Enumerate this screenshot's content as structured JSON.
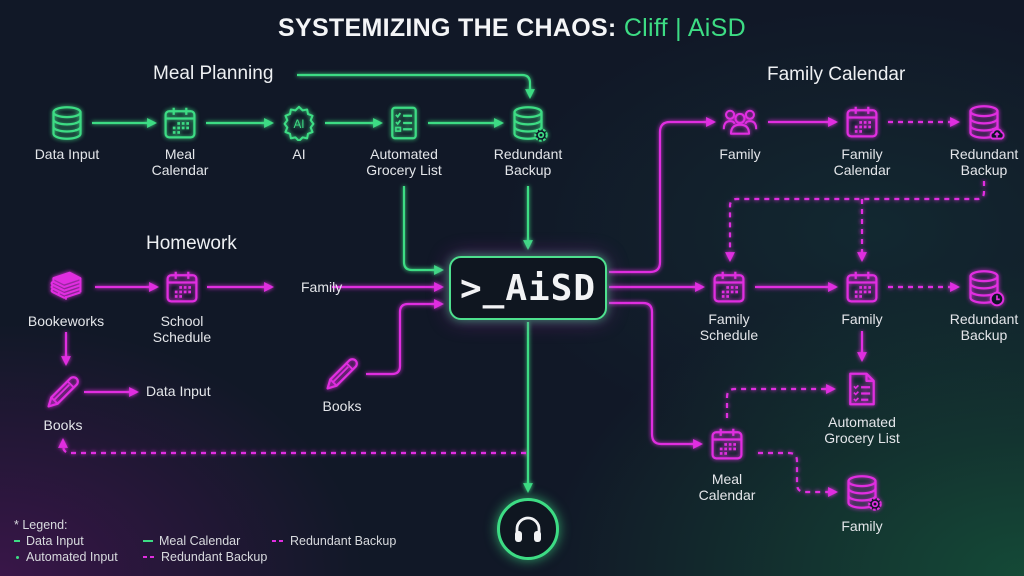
{
  "title": {
    "main": "SYSTEMIZING THE CHAOS:",
    "accent": "Cliff | AiSD"
  },
  "colors": {
    "green": "#3ddc84",
    "magenta": "#e02ee0",
    "background": "#111827"
  },
  "sections": {
    "meal_planning": "Meal Planning",
    "homework": "Homework",
    "family_calendar": "Family Calendar"
  },
  "hub": {
    "label": ">_AiSD"
  },
  "nodes": {
    "meal_data_input": {
      "l1": "Data Input",
      "icon": "database-icon"
    },
    "meal_calendar": {
      "l1": "Meal",
      "l2": "Calendar",
      "icon": "calendar-icon"
    },
    "meal_ai": {
      "l1": "AI",
      "icon": "ai-gear-icon"
    },
    "meal_grocery": {
      "l1": "Automated",
      "l2": "Grocery List",
      "icon": "checklist-icon"
    },
    "meal_backup": {
      "l1": "Redundant",
      "l2": "Backup",
      "icon": "database-gear-icon"
    },
    "hw_bookeworks": {
      "l1": "Bookeworks",
      "icon": "books-stack-icon"
    },
    "hw_school_schedule": {
      "l1": "School",
      "l2": "Schedule",
      "icon": "calendar-icon"
    },
    "hw_family": {
      "l1": "Family"
    },
    "hw_books": {
      "l1": "Books",
      "icon": "pencil-icon"
    },
    "hw_data_input": {
      "l1": "Data Input"
    },
    "mid_books": {
      "l1": "Books",
      "icon": "pencil-icon"
    },
    "fc_family": {
      "l1": "Family",
      "icon": "people-icon"
    },
    "fc_family_calendar": {
      "l1": "Family",
      "l2": "Calendar",
      "icon": "calendar-icon"
    },
    "fc_backup_top": {
      "l1": "Redundant",
      "l2": "Backup",
      "icon": "database-cloud-icon"
    },
    "fc_family_schedule": {
      "l1": "Family",
      "l2": "Schedule",
      "icon": "calendar-icon"
    },
    "fc_family_mid": {
      "l1": "Family",
      "icon": "calendar-icon"
    },
    "fc_backup_mid": {
      "l1": "Redundant",
      "l2": "Backup",
      "icon": "database-clock-icon"
    },
    "fc_grocery": {
      "l1": "Automated",
      "l2": "Grocery List",
      "icon": "document-checklist-icon"
    },
    "fc_meal_calendar": {
      "l1": "Meal",
      "l2": "Calendar",
      "icon": "calendar-icon"
    },
    "fc_family_bottom": {
      "l1": "Family",
      "icon": "database-gear-icon"
    }
  },
  "support": {
    "icon": "headphones-icon"
  },
  "legend": {
    "title": "* Legend:",
    "items": [
      {
        "label": "Data Input",
        "style": "green-solid-short"
      },
      {
        "label": "Meal Calendar",
        "style": "green-solid"
      },
      {
        "label": "Redundant Backup",
        "style": "magenta-dashed"
      },
      {
        "label": "Automated Input",
        "style": "green-dot"
      },
      {
        "label": "Redundant Backup",
        "style": "magenta-dashed"
      }
    ]
  }
}
